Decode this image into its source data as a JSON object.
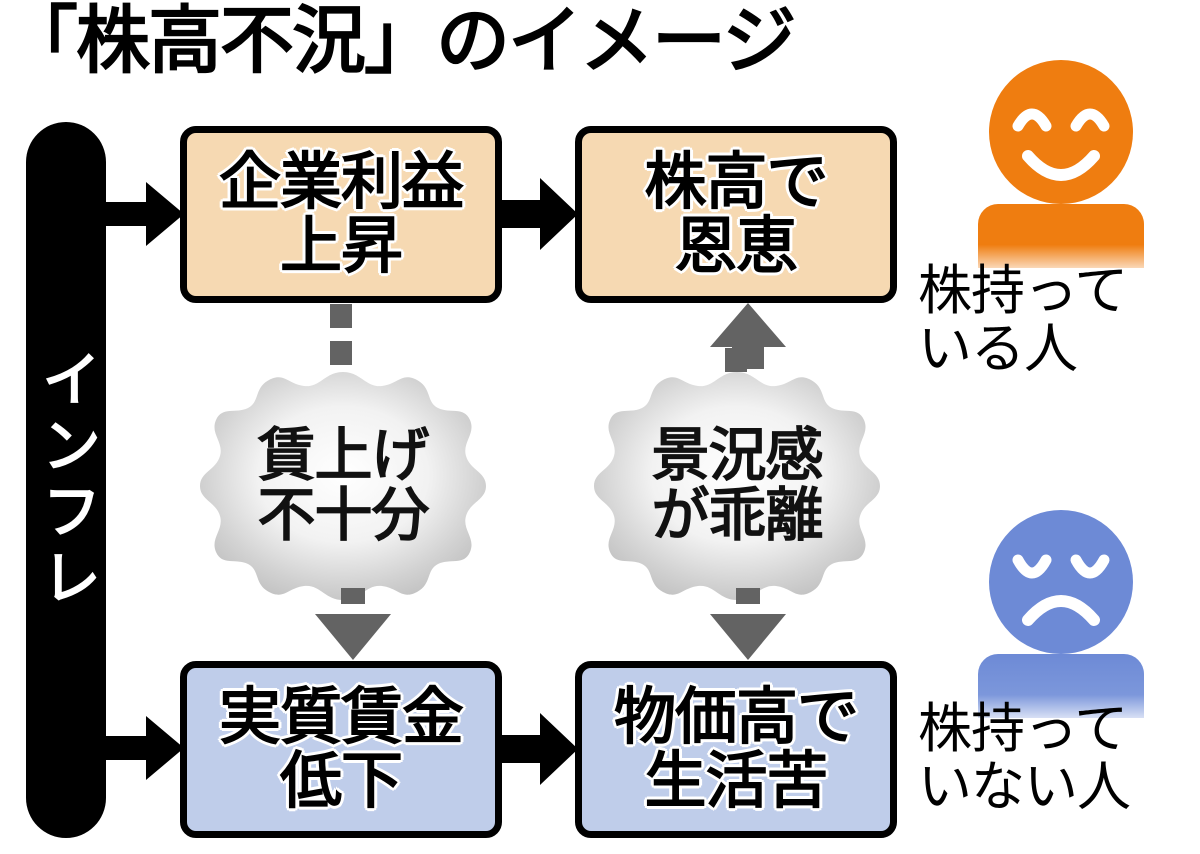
{
  "title": "「株高不況」のイメージ",
  "driver": {
    "name": "inflation-bar",
    "label": "インフレ",
    "color": "#000000",
    "text_color": "#ffffff"
  },
  "colors": {
    "warm_box_fill": "#f6d9b2",
    "cool_box_fill": "#bfcdea",
    "box_border": "#000000",
    "burst_fill": "#c9c9c9",
    "gray_connector": "#636363",
    "happy_orange": "#ef7d10",
    "sad_blue": "#6d8ad6"
  },
  "boxes": {
    "profit": {
      "label": "企業利益\n上昇",
      "fill": "#f6d9b2"
    },
    "benefit": {
      "label": "株高で\n恩恵",
      "fill": "#f6d9b2"
    },
    "wages": {
      "label": "実質賃金\n低下",
      "fill": "#bfcdea"
    },
    "living": {
      "label": "物価高で\n生活苦",
      "fill": "#bfcdea"
    }
  },
  "bursts": {
    "wage_gap": {
      "label": "賃上げ\n不十分"
    },
    "sentiment_gap": {
      "label": "景況感\nが乖離"
    }
  },
  "people": {
    "holder": {
      "caption": "株持って\nいる人",
      "mood": "happy",
      "color": "#ef7d10"
    },
    "non_holder": {
      "caption": "株持って\nいない人",
      "mood": "sad",
      "color": "#6d8ad6"
    }
  },
  "connectors": {
    "bar_to_profit": "arrow-right-solid-black",
    "bar_to_wages": "arrow-right-solid-black",
    "profit_to_benefit": "arrow-right-solid-black",
    "wages_to_living": "arrow-right-solid-black",
    "profit_to_wage_gap": "dashed-gray",
    "wage_gap_to_wages": "arrow-down-gray",
    "sentiment_gap_to_benefit": "arrow-up-gray",
    "sentiment_gap_to_living": "arrow-down-gray"
  }
}
